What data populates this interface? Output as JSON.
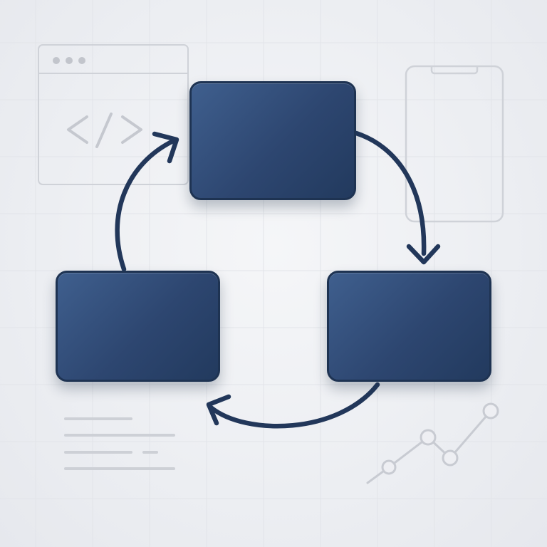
{
  "diagram": {
    "type": "cycle",
    "nodes": [
      {
        "id": "top",
        "label": ""
      },
      {
        "id": "right",
        "label": ""
      },
      {
        "id": "left",
        "label": ""
      }
    ],
    "edges": [
      {
        "from": "top",
        "to": "right"
      },
      {
        "from": "right",
        "to": "left"
      },
      {
        "from": "left",
        "to": "top"
      }
    ],
    "colors": {
      "node_fill": "#2d4670",
      "node_border": "#1e3352",
      "arrow": "#22375a",
      "background": "#eeeff3",
      "decor_line": "#c9ccd3"
    }
  },
  "decorations": {
    "browser_window_icon": "code-brackets-icon",
    "phone_icon": "smartphone-outline-icon",
    "text_lines_icon": "text-lines-icon",
    "line_chart_icon": "trend-line-icon"
  }
}
